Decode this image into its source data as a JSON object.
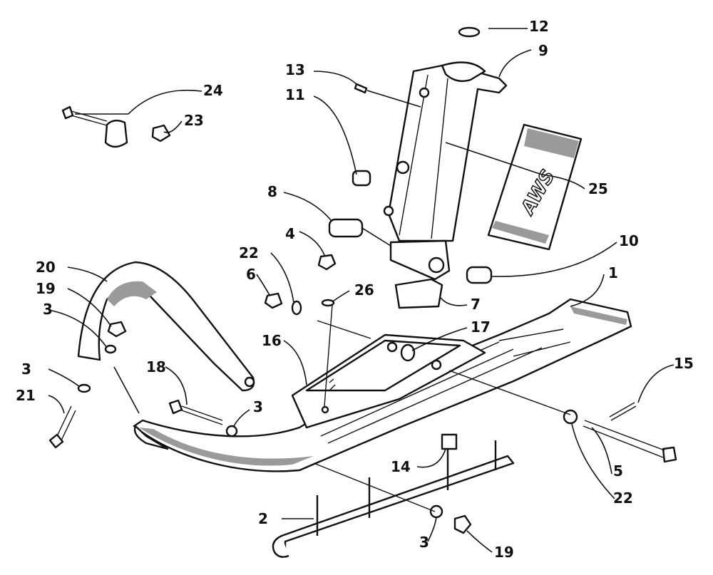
{
  "diagram": {
    "decal_text": "AWS",
    "callouts": [
      {
        "id": "c1",
        "label": "1"
      },
      {
        "id": "c2",
        "label": "2"
      },
      {
        "id": "c3a",
        "label": "3"
      },
      {
        "id": "c3b",
        "label": "3"
      },
      {
        "id": "c3c",
        "label": "3"
      },
      {
        "id": "c3d",
        "label": "3"
      },
      {
        "id": "c4",
        "label": "4"
      },
      {
        "id": "c5",
        "label": "5"
      },
      {
        "id": "c6",
        "label": "6"
      },
      {
        "id": "c7",
        "label": "7"
      },
      {
        "id": "c8",
        "label": "8"
      },
      {
        "id": "c9",
        "label": "9"
      },
      {
        "id": "c10",
        "label": "10"
      },
      {
        "id": "c11",
        "label": "11"
      },
      {
        "id": "c12",
        "label": "12"
      },
      {
        "id": "c13",
        "label": "13"
      },
      {
        "id": "c14",
        "label": "14"
      },
      {
        "id": "c15",
        "label": "15"
      },
      {
        "id": "c16",
        "label": "16"
      },
      {
        "id": "c17",
        "label": "17"
      },
      {
        "id": "c18",
        "label": "18"
      },
      {
        "id": "c19a",
        "label": "19"
      },
      {
        "id": "c19b",
        "label": "19"
      },
      {
        "id": "c20",
        "label": "20"
      },
      {
        "id": "c21",
        "label": "21"
      },
      {
        "id": "c22a",
        "label": "22"
      },
      {
        "id": "c22b",
        "label": "22"
      },
      {
        "id": "c23",
        "label": "23"
      },
      {
        "id": "c24",
        "label": "24"
      },
      {
        "id": "c25",
        "label": "25"
      },
      {
        "id": "c26",
        "label": "26"
      }
    ]
  }
}
